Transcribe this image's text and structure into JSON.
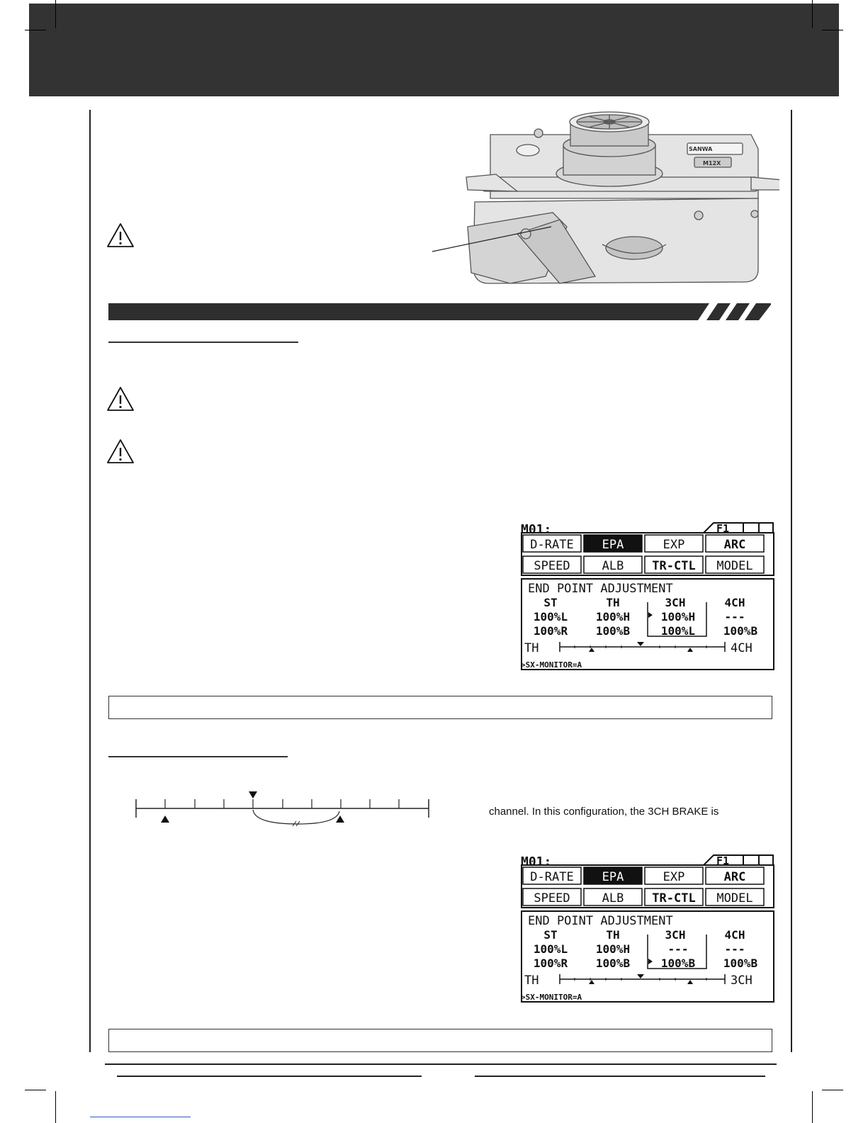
{
  "section2": {
    "body_line": "channel. In this configuration, the 3CH BRAKE is"
  },
  "transmitter": {
    "brand": "SANWA",
    "model": "M12X"
  },
  "lcd1": {
    "model": "M01:",
    "func_tab": "F1",
    "menu": [
      "D-RATE",
      "EPA",
      "EXP",
      "ARC",
      "SPEED",
      "ALB",
      "TR-CTL",
      "MODEL"
    ],
    "selected_menu": "EPA",
    "title": "END POINT ADJUSTMENT",
    "cols": [
      "ST",
      "TH",
      "3CH",
      "4CH"
    ],
    "row1": [
      "100%L",
      "100%H",
      "100%H",
      "---"
    ],
    "row2": [
      "100%R",
      "100%B",
      "100%L",
      "100%B"
    ],
    "bar_left": "TH",
    "bar_right": "4CH",
    "status": ">SX-MONITOR=A"
  },
  "lcd2": {
    "model": "M01:",
    "func_tab": "F1",
    "menu": [
      "D-RATE",
      "EPA",
      "EXP",
      "ARC",
      "SPEED",
      "ALB",
      "TR-CTL",
      "MODEL"
    ],
    "selected_menu": "EPA",
    "title": "END POINT ADJUSTMENT",
    "cols": [
      "ST",
      "TH",
      "3CH",
      "4CH"
    ],
    "row1": [
      "100%L",
      "100%H",
      "---",
      "---"
    ],
    "row2": [
      "100%R",
      "100%B",
      "100%B",
      "100%B"
    ],
    "bar_left": "TH",
    "bar_right": "3CH",
    "status": ">SX-MONITOR=A"
  }
}
